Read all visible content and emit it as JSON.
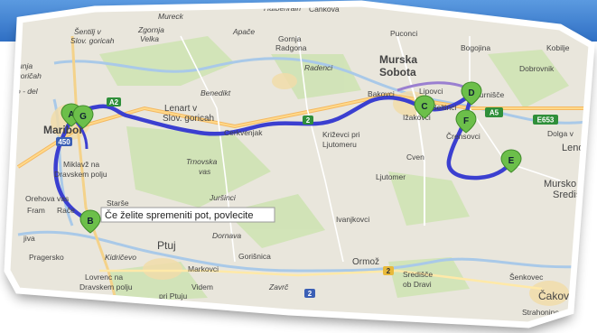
{
  "map": {
    "places": [
      {
        "id": "murecк",
        "label": "Mureck"
      },
      {
        "id": "halbenrain",
        "label": "Halbenrain"
      },
      {
        "id": "cankova",
        "label": "Cankova"
      },
      {
        "id": "apace",
        "label": "Apače"
      },
      {
        "id": "puconci",
        "label": "Puconci"
      },
      {
        "id": "sentilj",
        "label": "Šentilj v"
      },
      {
        "id": "slov-goricah",
        "label": "Slov. goricah"
      },
      {
        "id": "zgornja",
        "label": "Zgornja"
      },
      {
        "id": "velka",
        "label": "Velka"
      },
      {
        "id": "gornja",
        "label": "Gornja"
      },
      {
        "id": "radgona",
        "label": "Radgona"
      },
      {
        "id": "bogojina",
        "label": "Bogojina"
      },
      {
        "id": "kobilje",
        "label": "Kobilje"
      },
      {
        "id": "radenci",
        "label": "Radenci"
      },
      {
        "id": "murska",
        "label": "Murska"
      },
      {
        "id": "sobota",
        "label": "Sobota"
      },
      {
        "id": "dobrovnik",
        "label": "Dobrovnik"
      },
      {
        "id": "unja",
        "label": "unja"
      },
      {
        "id": "goricah",
        "label": "goričah"
      },
      {
        "id": "del",
        "label": "o - del"
      },
      {
        "id": "benedikt",
        "label": "Benedikt"
      },
      {
        "id": "lenart",
        "label": "Lenart v"
      },
      {
        "id": "slov-goricah2",
        "label": "Slov. goricah"
      },
      {
        "id": "bakovci",
        "label": "Bakovci"
      },
      {
        "id": "lipovci",
        "label": "Lipovci"
      },
      {
        "id": "turnisce",
        "label": "Turnišče"
      },
      {
        "id": "maribor",
        "label": "Maribor"
      },
      {
        "id": "izakovci",
        "label": "Ižakovci"
      },
      {
        "id": "beltinci",
        "label": "Beltinci"
      },
      {
        "id": "dolga",
        "label": "Dolga v"
      },
      {
        "id": "cervenjak",
        "label": "Cerkvenjak"
      },
      {
        "id": "krizevci",
        "label": "Križevci pri"
      },
      {
        "id": "ljutomeru",
        "label": "Ljutomeru"
      },
      {
        "id": "crensovci",
        "label": "Črensovci"
      },
      {
        "id": "lenda",
        "label": "Lenda"
      },
      {
        "id": "miklavz",
        "label": "Miklavž na"
      },
      {
        "id": "dravskem",
        "label": "Dravskem polju"
      },
      {
        "id": "trnovska",
        "label": "Trnovska"
      },
      {
        "id": "vas",
        "label": "vas"
      },
      {
        "id": "cven",
        "label": "Cven"
      },
      {
        "id": "mursko",
        "label": "Mursko"
      },
      {
        "id": "sredisce",
        "label": "Središče"
      },
      {
        "id": "orehova",
        "label": "Orehova vas"
      },
      {
        "id": "ljutomer",
        "label": "Ljutomer"
      },
      {
        "id": "starse",
        "label": "Starše"
      },
      {
        "id": "fram",
        "label": "Fram"
      },
      {
        "id": "race",
        "label": "Rače"
      },
      {
        "id": "jursinci",
        "label": "Juršinci"
      },
      {
        "id": "ivanjkovci",
        "label": "Ivanjkovci"
      },
      {
        "id": "jiva",
        "label": "jiva"
      },
      {
        "id": "dornava",
        "label": "Dornava"
      },
      {
        "id": "ptuj",
        "label": "Ptuj"
      },
      {
        "id": "pragersko",
        "label": "Pragersko"
      },
      {
        "id": "kidricevo",
        "label": "Kidričevo"
      },
      {
        "id": "gorisnica",
        "label": "Gorišnica"
      },
      {
        "id": "ormoz",
        "label": "Ormož"
      },
      {
        "id": "markovci",
        "label": "Markovci"
      },
      {
        "id": "sredisce-drava",
        "label": "Središče"
      },
      {
        "id": "ob-dravi",
        "label": "ob Dravi"
      },
      {
        "id": "senkovec",
        "label": "Šenkovec"
      },
      {
        "id": "lovrenc",
        "label": "Lovrenc na"
      },
      {
        "id": "dravskem2",
        "label": "Dravskem polju"
      },
      {
        "id": "videm",
        "label": "Videm"
      },
      {
        "id": "pri-ptuju",
        "label": "pri Ptuju"
      },
      {
        "id": "zavrc",
        "label": "Zavrč"
      },
      {
        "id": "cakovec",
        "label": "Čakove"
      },
      {
        "id": "strahoninec",
        "label": "Strahonine"
      }
    ],
    "road_shields": [
      {
        "id": "e653",
        "label": "E653"
      },
      {
        "id": "a5",
        "label": "A5"
      },
      {
        "id": "a2",
        "label": "A2"
      },
      {
        "id": "r2",
        "label": "2"
      },
      {
        "id": "r2b",
        "label": "2"
      },
      {
        "id": "r2c",
        "label": "2"
      },
      {
        "id": "r450",
        "label": "450"
      }
    ],
    "markers": [
      {
        "id": "A",
        "label": "A"
      },
      {
        "id": "G",
        "label": "G"
      },
      {
        "id": "B",
        "label": "B"
      },
      {
        "id": "C",
        "label": "C"
      },
      {
        "id": "D",
        "label": "D"
      },
      {
        "id": "F",
        "label": "F"
      },
      {
        "id": "E",
        "label": "E"
      }
    ],
    "tooltip": "Če želite spremeniti pot, povlecite",
    "colors": {
      "route": "#3b3fd0",
      "alt_route": "#9a7fd0",
      "marker": "#6cbf4a",
      "river": "#a9c9e8",
      "header": "#3d7fd4"
    }
  }
}
